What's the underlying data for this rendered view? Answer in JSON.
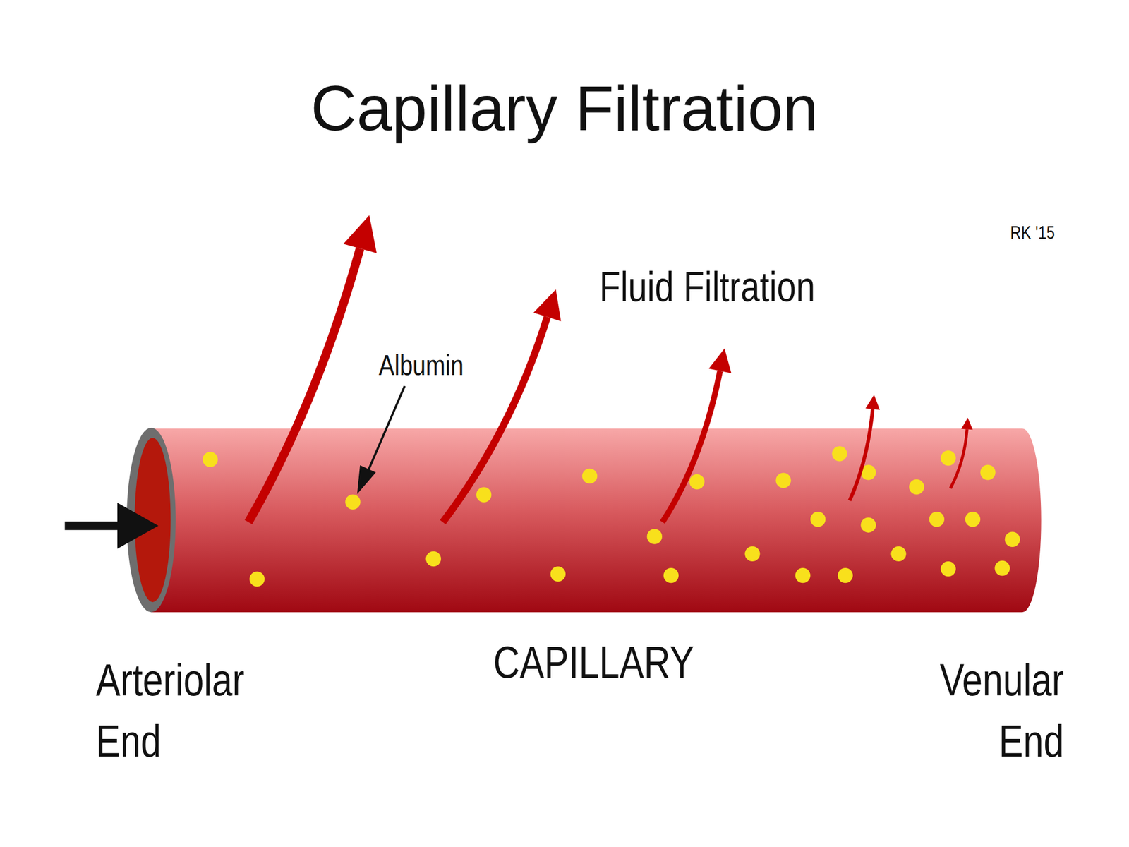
{
  "diagram": {
    "title": "Capillary Filtration",
    "labels": [
      "RK '15",
      "Fluid Filtration",
      "Albumin",
      "CAPILLARY",
      "Arteriolar End",
      "Venular End"
    ]
  }
}
